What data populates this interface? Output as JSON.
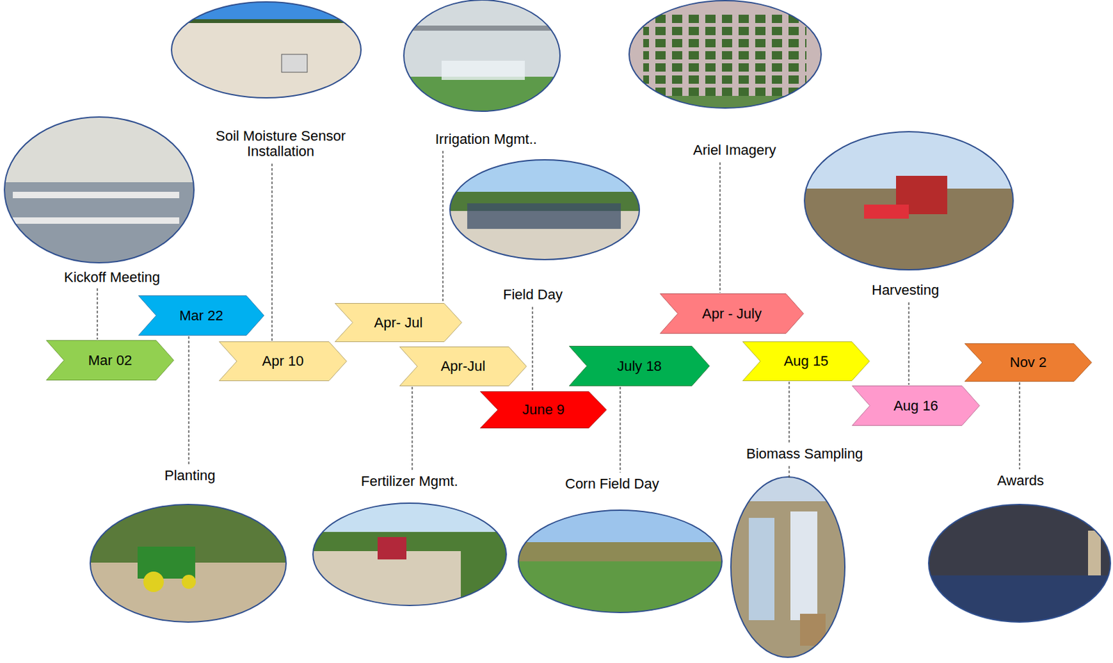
{
  "diagram": {
    "nodes": [
      {
        "text": [
          "Mar 02"
        ]
      },
      {
        "text": [
          "Mar 22"
        ]
      },
      {
        "text": [
          "Apr 10"
        ]
      },
      {
        "text": [
          "Apr- Jul"
        ]
      },
      {
        "text": [
          "Apr-Jul"
        ]
      },
      {
        "text": [
          "June 9"
        ]
      },
      {
        "text": [
          "July 18"
        ]
      },
      {
        "text": [
          "Apr - July"
        ]
      },
      {
        "text": [
          "Aug 15"
        ]
      },
      {
        "text": [
          "Aug 16"
        ]
      },
      {
        "text": [
          "Nov 2"
        ]
      }
    ],
    "labels": [
      "Kickoff Meeting",
      "Soil Moisture Sensor Installation",
      "Irrigation Mgmt..",
      "Field Day",
      "Ariel Imagery",
      "Harvesting",
      "Planting",
      "Fertilizer Mgmt.",
      "Corn Field Day",
      "Biomass Sampling",
      "Awards"
    ]
  }
}
